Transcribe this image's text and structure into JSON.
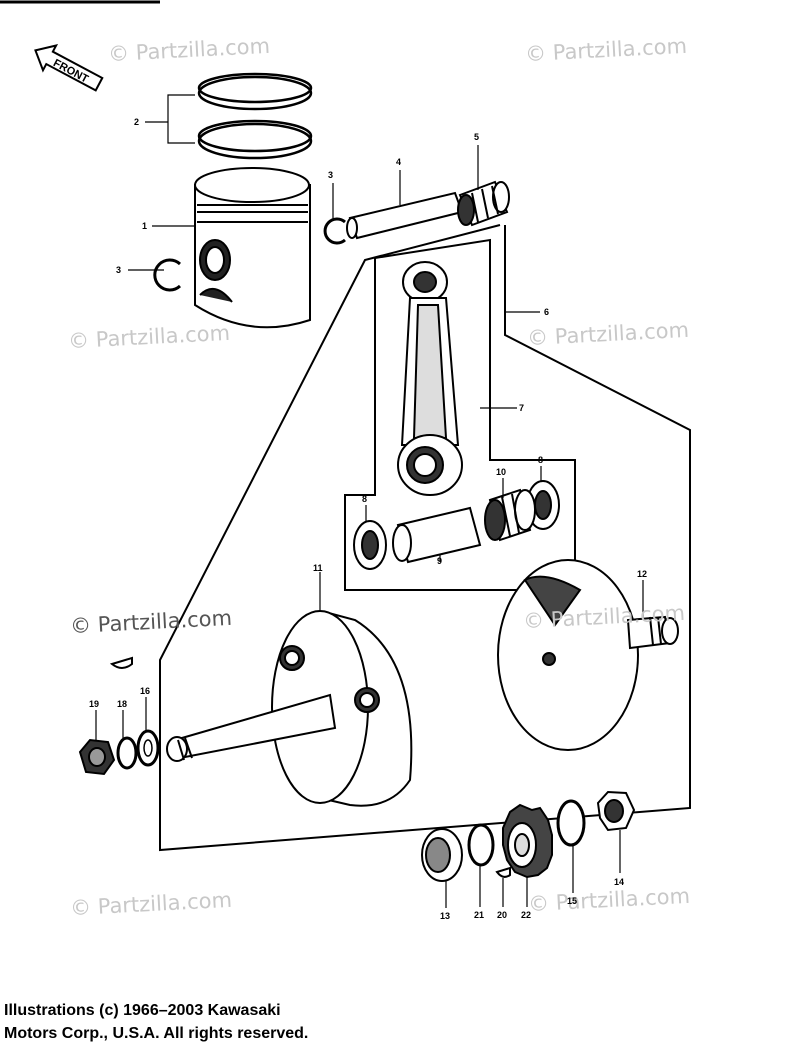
{
  "front_arrow": {
    "label": "FRONT"
  },
  "watermark": {
    "text": "© Partzilla.com"
  },
  "callouts": [
    "1",
    "2",
    "3",
    "3",
    "4",
    "5",
    "6",
    "7",
    "8",
    "8",
    "9",
    "10",
    "11",
    "12",
    "13",
    "14",
    "15",
    "16",
    "18",
    "19",
    "20",
    "21",
    "22"
  ],
  "footer": {
    "line1": "Illustrations (c) 1966–2003 Kawasaki",
    "line2": "Motors Corp., U.S.A.  All rights reserved."
  }
}
